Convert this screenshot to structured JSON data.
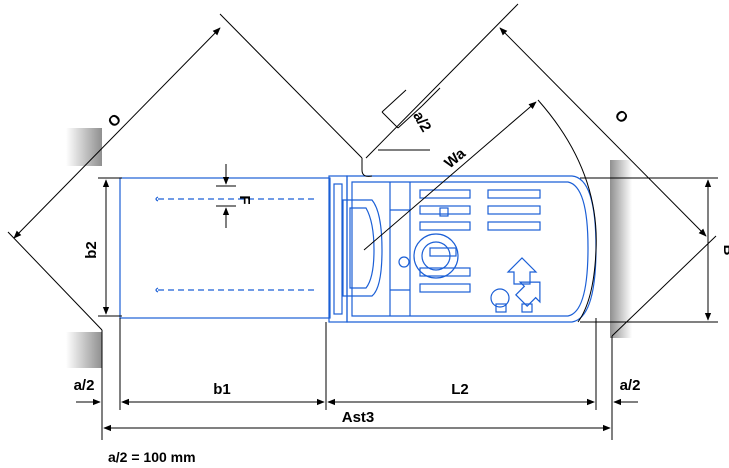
{
  "labels": {
    "o_left": "O",
    "o_right": "O",
    "a2_diag": "a/2",
    "wa": "Wa",
    "f": "F",
    "b2": "b2",
    "b": "B",
    "a2_left": "a/2",
    "b1": "b1",
    "l2": "L2",
    "a2_right": "a/2",
    "ast3": "Ast3"
  },
  "note": "a/2 = 100 mm",
  "colors": {
    "truck_outline": "#1b5fd6",
    "dimension_lines": "#000000",
    "walls": "#9a9a9a"
  }
}
